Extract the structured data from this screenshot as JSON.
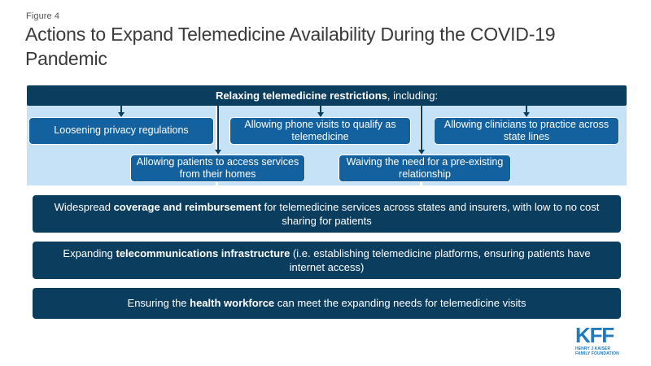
{
  "figure": {
    "label": "Figure 4",
    "title": "Actions to Expand Telemedicine Availability During the COVID-19 Pandemic"
  },
  "colors": {
    "navy_dark": "#0b3d5e",
    "blue_box": "#13619e",
    "light_blue_band": "#c5e2f7",
    "logo_blue": "#1f7ac0",
    "title_text": "#3a3a3a",
    "figure_label_text": "#555555"
  },
  "banner": {
    "bold_text": "Relaxing telemedicine restrictions",
    "rest_text": ", including:"
  },
  "sub_boxes": {
    "row1": [
      {
        "text": "Loosening privacy regulations"
      },
      {
        "text": "Allowing phone visits to qualify as telemedicine"
      },
      {
        "text": "Allowing clinicians to practice across state lines"
      }
    ],
    "row2": [
      {
        "text": "Allowing patients to access services from their homes"
      },
      {
        "text": "Waiving the need for a pre-existing relationship"
      }
    ]
  },
  "wide_bars": [
    {
      "pre": "Widespread ",
      "bold": "coverage and reimbursement",
      "post": " for telemedicine services across states and insurers, with low to no cost sharing for patients"
    },
    {
      "pre": "Expanding ",
      "bold": "telecommunications infrastructure",
      "post": " (i.e. establishing telemedicine platforms, ensuring patients have internet access)"
    },
    {
      "pre": "Ensuring the ",
      "bold": "health workforce",
      "post": " can meet the expanding needs for telemedicine visits"
    }
  ],
  "logo": {
    "mark": "KFF",
    "subtitle": "HENRY J KAISER\nFAMILY FOUNDATION"
  }
}
